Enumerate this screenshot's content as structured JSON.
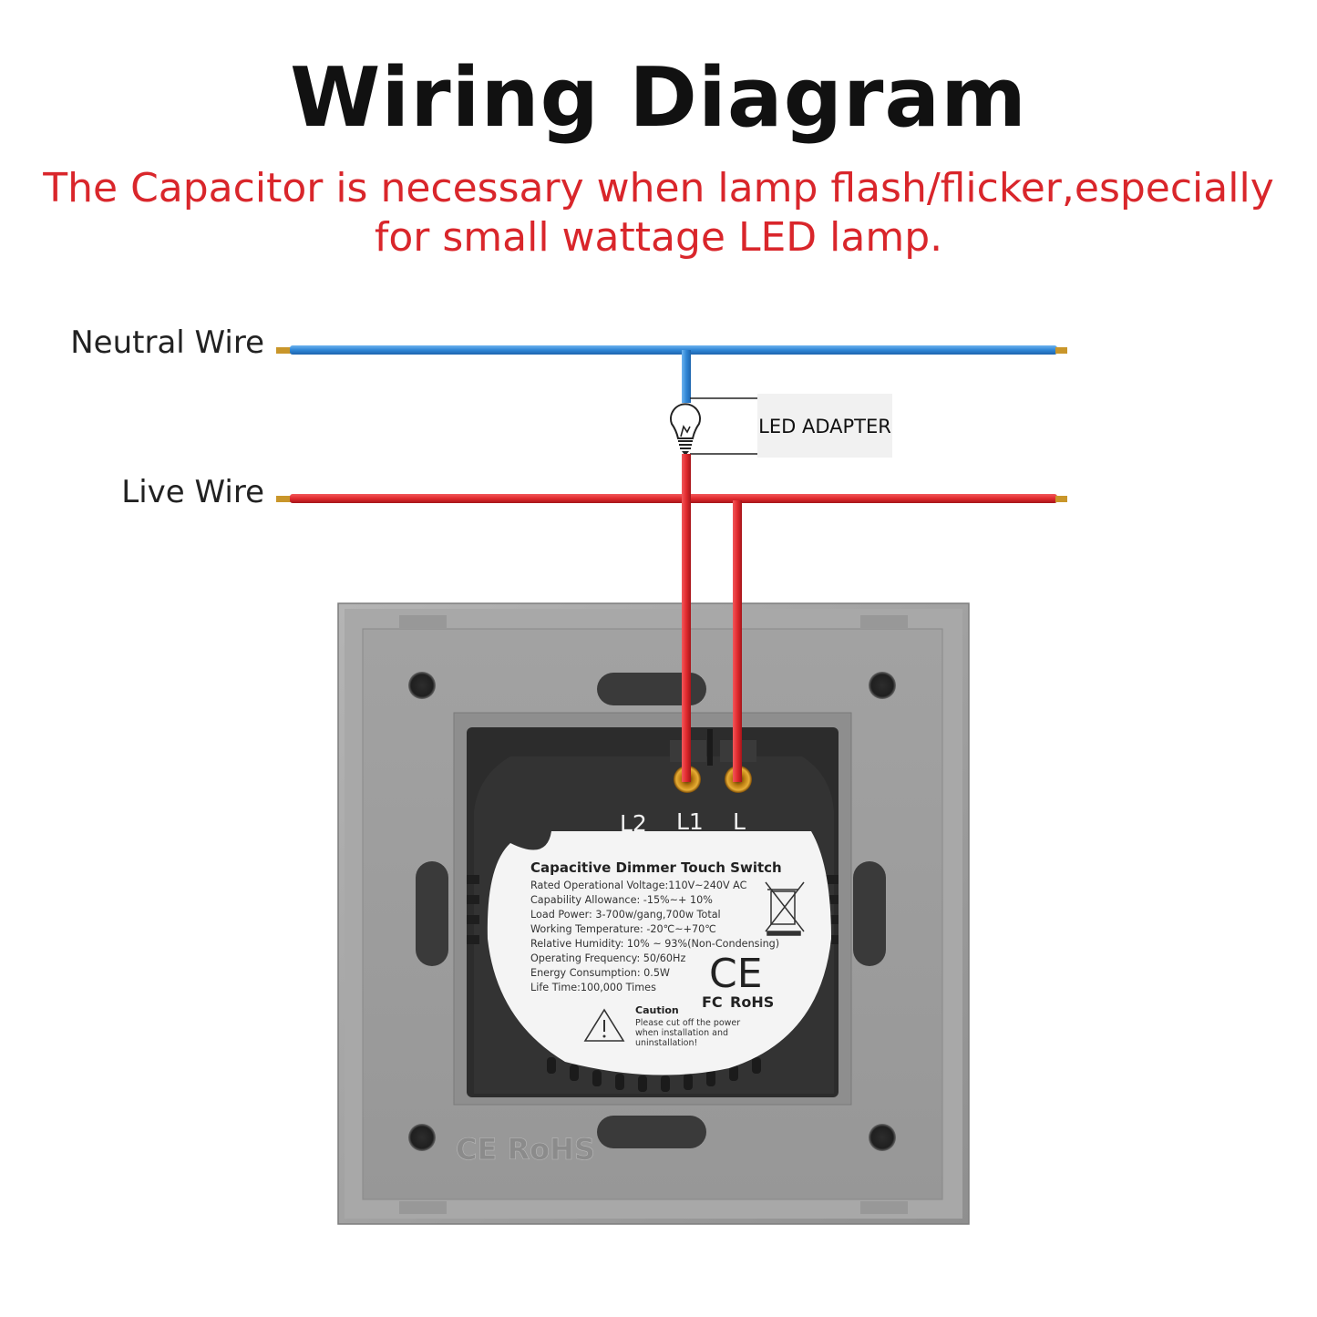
{
  "title": "Wiring Diagram",
  "note": {
    "line1": "The Capacitor is necessary when lamp flash/flicker,especially",
    "line2": "for small wattage LED lamp."
  },
  "wires": {
    "neutral_label": "Neutral Wire",
    "live_label": "Live Wire",
    "neutral_color": "#3a8fd8",
    "live_color": "#e12a2e"
  },
  "adapter_label": "LED ADAPTER",
  "terminals": [
    "L2",
    "L1",
    "L"
  ],
  "switch_label": {
    "heading": "Capacitive Dimmer Touch Switch",
    "specs": [
      "Rated Operational Voltage:110V~240V AC",
      "Capability Allowance: -15%~+ 10%",
      "Load Power: 3-700w/gang,700w Total",
      "Working Temperature: -20℃~+70℃",
      "Relative Humidity: 10% ~ 93%(Non-Condensing)",
      "Operating Frequency: 50/60Hz",
      "Energy Consumption: 0.5W",
      "Life Time:100,000 Times"
    ],
    "caution_title": "Caution",
    "caution_lines": [
      "Please cut off the power",
      "when installation and",
      "uninstallation!"
    ],
    "marks": [
      "CE",
      "FC",
      "RoHS"
    ]
  },
  "embossed_marks": "CE RoHS"
}
